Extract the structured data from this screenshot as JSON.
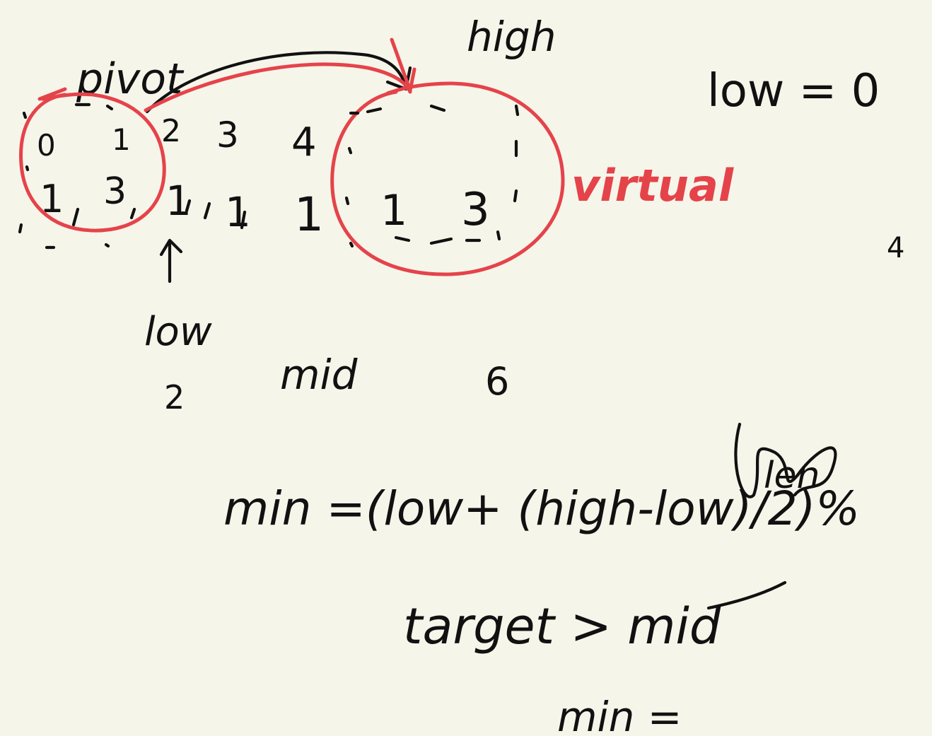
{
  "labels": {
    "pivot": "pivot",
    "high": "high",
    "low_eq": "low = 0",
    "virtual": "virtual",
    "low": "low",
    "mid": "mid",
    "num_2": "2",
    "num_6": "6",
    "formula": "min =(low+ (high-low)/2)%",
    "formula_struck": "len",
    "target": "target > mid",
    "min_again": "min =",
    "edge_fragment": "4"
  },
  "array": {
    "indices": [
      "0",
      "1",
      "2",
      "3",
      "4"
    ],
    "values": [
      "1",
      "3",
      "1",
      "1",
      "1"
    ]
  },
  "virtual_copy": {
    "values": [
      "1",
      "3"
    ]
  },
  "colors": {
    "paper": "#f6f5ea",
    "ink": "#111111",
    "accent": "#e5434a"
  }
}
